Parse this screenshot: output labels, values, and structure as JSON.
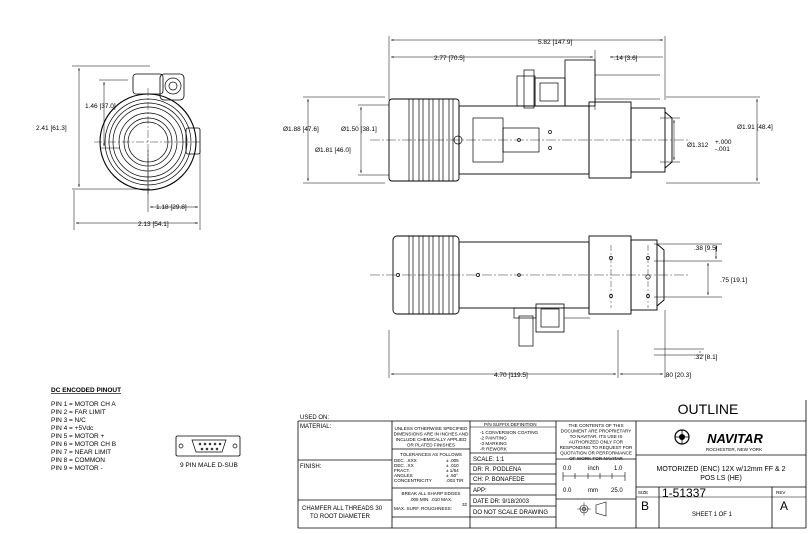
{
  "dimensions": {
    "front": {
      "h_146": "1.46 [37.0]",
      "h_241": "2.41 [61.3]",
      "w_118": "1.18 [29.8]",
      "w_213": "2.13 [54.1]"
    },
    "side": {
      "len_582": "5.82 [147.9]",
      "len_277": "2.77 [70.5]",
      "len_14": ".14 [3.6]",
      "dia_188": "Ø1.88 [47.6]",
      "dia_150": "Ø1.50 [38.1]",
      "dia_181": "Ø1.81 [46.0]",
      "dia_1312": "Ø1.312",
      "tol_plus": "+.000",
      "tol_minus": "-.001",
      "dia_191": "Ø1.91 [48.4]"
    },
    "bottom": {
      "d_38": ".38 [9.5]",
      "d_75": ".75 [19.1]",
      "d_32": ".32 [8.1]",
      "len_470": "4.70 [119.5]",
      "len_80": ".80 [20.3]"
    }
  },
  "pinout": {
    "title": "DC ENCODED PINOUT",
    "pins": [
      "PIN 1 = MOTOR CH A",
      "PIN 2 = FAR LIMIT",
      "PIN 3 = N/C",
      "PIN 4 = +5Vdc",
      "PIN 5 = MOTOR +",
      "PIN 6 = MOTOR CH B",
      "PIN 7 = NEAR LIMIT",
      "PIN 8 = COMMON",
      "PIN 9 = MOTOR -"
    ],
    "connector_label": "9 PIN MALE D-SUB"
  },
  "title_block": {
    "used_on": "USED ON:",
    "material": "MATERIAL:",
    "finish": "FINISH:",
    "chamfer_1": "CHAMFER ALL THREADS 30",
    "chamfer_2": "TO ROOT DIAMETER",
    "note_1": "UNLESS OTHERWISE SPECIFIED",
    "note_2": "DIMENSIONS ARE IN INCHES AND",
    "note_3": "INCLUDE CHEMICALLY APPLIED",
    "note_4": "OR PLATED FINISHES",
    "tol_title": "TOLERANCES AS FOLLOWS",
    "tol_rows": [
      {
        "label": "DEC.  .XXX",
        "value": "± .005"
      },
      {
        "label": "DEC.  .XX",
        "value": "± .010"
      },
      {
        "label": "FRACT.",
        "value": "± 1/64"
      },
      {
        "label": "ANGLES",
        "value": "± .50°"
      },
      {
        "label": "CONCENTRICITY",
        "value": ".003 TIR"
      }
    ],
    "edges_1": "BREAK ALL SHARP EDGES",
    "edges_2": ".005 MIN.  .010 MAX.",
    "roughness": "MAX. SURF. ROUGHNESS:",
    "roughness_val": "32",
    "suffix_title": "P/N SUFFIX DEFINITION",
    "suffix_items": [
      "-1  CONVERSION COATING",
      "-2  PAINTING",
      "-3  MARKING",
      "-R  REWORK"
    ],
    "scale": "SCALE:    1:1",
    "dr": "DR:   R. PODLENA",
    "ch": "CH:   P. BONAFEDE",
    "app": "APP:",
    "date": "DATE DR:    9/18/2003",
    "no_scale": "DO NOT SCALE DRAWING",
    "prop_lines": [
      "THE CONTENTS OF THIS",
      "DOCUMENT ARE PROPRIETARY",
      "TO NAVITAR. ITS USE IS",
      "AUTHORIZED ONLY FOR",
      "RESPONDING TO REQUEST FOR",
      "QUOTATION OR PERFORMANCE",
      "OF WORK FOR NAVITAR"
    ],
    "scale_inch": [
      "0.0",
      "inch",
      "1.0"
    ],
    "scale_mm": [
      "0.0",
      "mm",
      "25.0"
    ],
    "title": "OUTLINE",
    "company": "NAVITAR",
    "location": "ROCHESTER, NEW YORK",
    "desc_1": "MOTORIZED (ENC) 12X w/12mm FF & 2",
    "desc_2": "POS LS (HE)",
    "size_label": "SIZE",
    "size": "B",
    "part_no": "1-51337",
    "rev_label": "REV",
    "rev": "A",
    "sheet": "SHEET  1  OF  1"
  }
}
